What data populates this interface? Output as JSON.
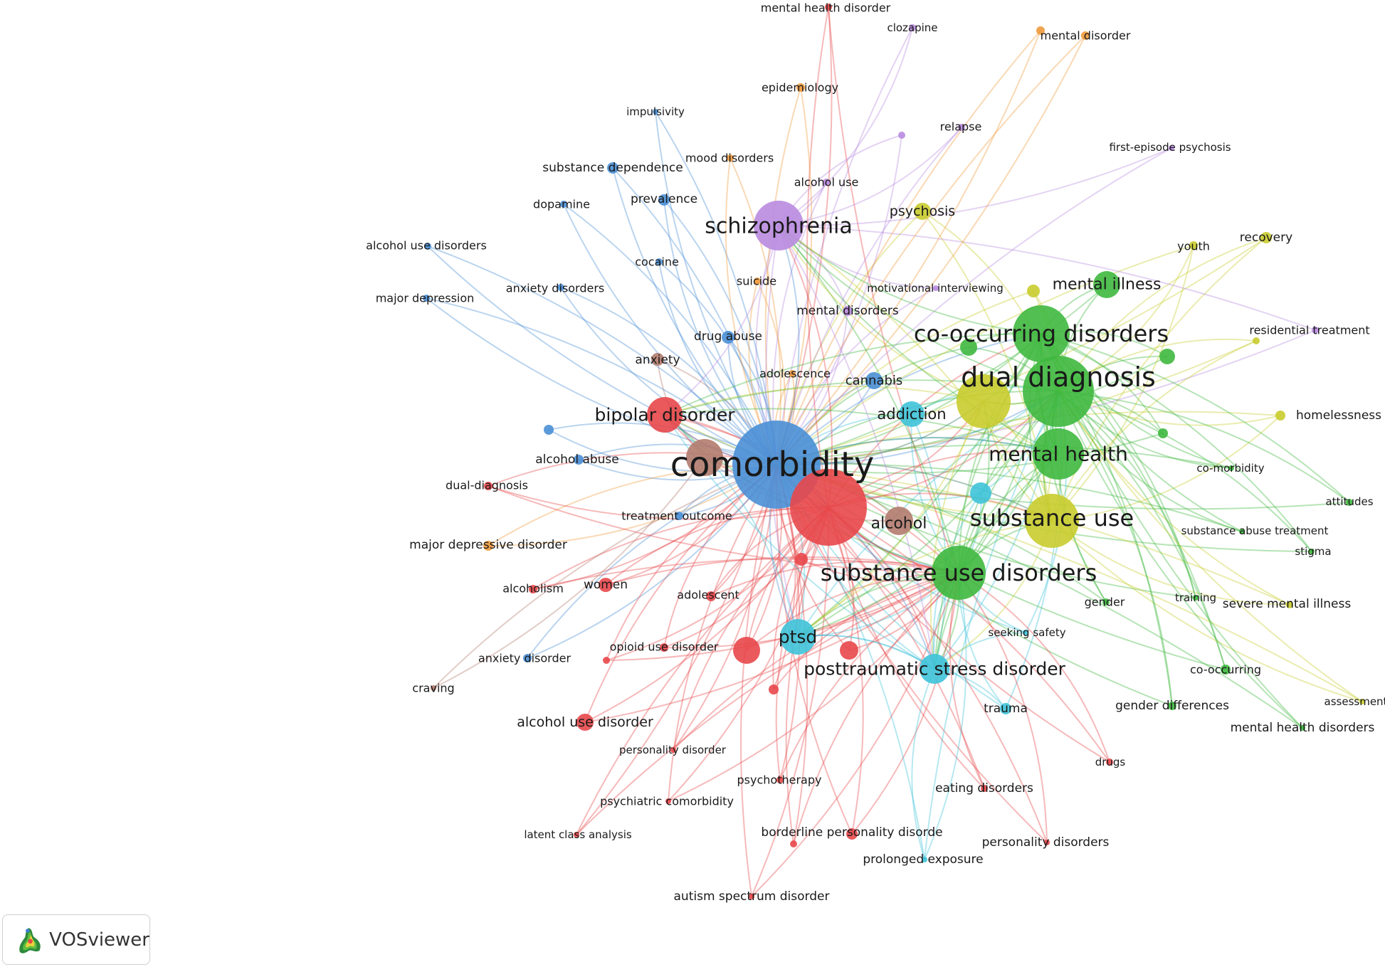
{
  "palette": {
    "red": "#e8474a",
    "green": "#3fb83f",
    "blue": "#4a8fd6",
    "yellow": "#c9cc2d",
    "purple": "#b98be0",
    "cyan": "#3fc3d9",
    "orange": "#ef9a3c",
    "brown": "#b27b6e"
  },
  "brand": {
    "name": "VOSviewer"
  },
  "nodes": [
    {
      "id": "comorbidity",
      "label": "comorbidity",
      "cluster": "blue",
      "size": "xl"
    },
    {
      "id": "red_center",
      "label": "",
      "cluster": "red",
      "size": "lg"
    },
    {
      "id": "dual_diagnosis",
      "label": "dual diagnosis",
      "cluster": "green",
      "size": "lg"
    },
    {
      "id": "cooccurring_disorders",
      "label": "co-occurring disorders",
      "cluster": "green",
      "size": "lg"
    },
    {
      "id": "substance_use_disorders",
      "label": "substance use disorders",
      "cluster": "green",
      "size": "lg"
    },
    {
      "id": "substance_use",
      "label": "substance use",
      "cluster": "yellow",
      "size": "lg"
    },
    {
      "id": "yellow_center",
      "label": "",
      "cluster": "yellow",
      "size": "md"
    },
    {
      "id": "mental_health",
      "label": "mental health",
      "cluster": "green",
      "size": "md"
    },
    {
      "id": "schizophrenia",
      "label": "schizophrenia",
      "cluster": "purple",
      "size": "md"
    },
    {
      "id": "bipolar_disorder",
      "label": "bipolar disorder",
      "cluster": "red",
      "size": "md"
    },
    {
      "id": "brown_center",
      "label": "",
      "cluster": "brown",
      "size": "md"
    },
    {
      "id": "ptsd",
      "label": "ptsd",
      "cluster": "cyan",
      "size": "md"
    },
    {
      "id": "posttraumatic_stress_disorder",
      "label": "posttraumatic stress disorder",
      "cluster": "cyan",
      "size": "md"
    },
    {
      "id": "mental_illness",
      "label": "mental illness",
      "cluster": "green",
      "size": "sm"
    },
    {
      "id": "alcohol",
      "label": "alcohol",
      "cluster": "brown",
      "size": "sm"
    },
    {
      "id": "addiction",
      "label": "addiction",
      "cluster": "cyan",
      "size": "sm"
    },
    {
      "id": "red_a",
      "label": "",
      "cluster": "red",
      "size": "sm"
    },
    {
      "id": "red_b",
      "label": "",
      "cluster": "red",
      "size": "sm"
    },
    {
      "id": "psychosis",
      "label": "psychosis",
      "cluster": "yellow",
      "size": "sm"
    },
    {
      "id": "cannabis",
      "label": "cannabis",
      "cluster": "blue",
      "size": "sm"
    },
    {
      "id": "alcohol_use_disorder",
      "label": "alcohol use disorder",
      "cluster": "red",
      "size": "sm"
    },
    {
      "id": "women",
      "label": "women",
      "cluster": "red",
      "size": "sm"
    },
    {
      "id": "anxiety",
      "label": "anxiety",
      "cluster": "brown",
      "size": "sm"
    },
    {
      "id": "cyan_small",
      "label": "",
      "cluster": "cyan",
      "size": "sm"
    },
    {
      "id": "green_small_a",
      "label": "",
      "cluster": "green",
      "size": "sm"
    },
    {
      "id": "green_small_b",
      "label": "",
      "cluster": "green",
      "size": "sm"
    },
    {
      "id": "trauma",
      "label": "trauma",
      "cluster": "cyan",
      "size": "xs"
    },
    {
      "id": "drug_abuse",
      "label": "drug abuse",
      "cluster": "blue",
      "size": "xs"
    },
    {
      "id": "prevalence",
      "label": "prevalence",
      "cluster": "blue",
      "size": "xs"
    },
    {
      "id": "substance_dependence",
      "label": "substance dependence",
      "cluster": "blue",
      "size": "xs"
    },
    {
      "id": "alcohol_abuse",
      "label": "alcohol abuse",
      "cluster": "blue",
      "size": "xs"
    },
    {
      "id": "mental_disorders",
      "label": "mental disorders",
      "cluster": "purple",
      "size": "xs"
    },
    {
      "id": "recovery",
      "label": "recovery",
      "cluster": "yellow",
      "size": "xs"
    },
    {
      "id": "homelessness",
      "label": "homelessness",
      "cluster": "yellow",
      "size": "xs"
    },
    {
      "id": "green_small_c",
      "label": "",
      "cluster": "green",
      "size": "xs"
    },
    {
      "id": "yellow_small",
      "label": "",
      "cluster": "yellow",
      "size": "xs"
    },
    {
      "id": "major_depressive_disorder",
      "label": "major depressive disorder",
      "cluster": "orange",
      "size": "xs"
    },
    {
      "id": "borderline_personality_disorder",
      "label": "borderline personality disorde",
      "cluster": "red",
      "size": "xs"
    },
    {
      "id": "treatment_outcome",
      "label": "treatment outcome",
      "cluster": "blue",
      "size": "xs"
    },
    {
      "id": "adolescence",
      "label": "adolescence",
      "cluster": "orange",
      "size": "xs"
    },
    {
      "id": "adolescent",
      "label": "adolescent",
      "cluster": "red",
      "size": "xs"
    },
    {
      "id": "opioid_use_disorder",
      "label": "opioid use disorder",
      "cluster": "red",
      "size": "xs"
    },
    {
      "id": "anxiety_disorder",
      "label": "anxiety disorder",
      "cluster": "blue",
      "size": "xs"
    },
    {
      "id": "alcoholism",
      "label": "alcoholism",
      "cluster": "red",
      "size": "xs"
    },
    {
      "id": "dual_diagnosis_hyphen",
      "label": "dual-diagnosis",
      "cluster": "red",
      "size": "xs"
    },
    {
      "id": "anxiety_disorders",
      "label": "anxiety disorders",
      "cluster": "blue",
      "size": "xs"
    },
    {
      "id": "cocaine",
      "label": "cocaine",
      "cluster": "blue",
      "size": "xs"
    },
    {
      "id": "dopamine",
      "label": "dopamine",
      "cluster": "blue",
      "size": "xs"
    },
    {
      "id": "alcohol_use_disorders",
      "label": "alcohol use disorders",
      "cluster": "blue",
      "size": "xs"
    },
    {
      "id": "major_depression",
      "label": "major depression",
      "cluster": "blue",
      "size": "xs"
    },
    {
      "id": "suicide",
      "label": "suicide",
      "cluster": "orange",
      "size": "xs"
    },
    {
      "id": "motivational_interviewing",
      "label": "motivational interviewing",
      "cluster": "purple",
      "size": "xs"
    },
    {
      "id": "youth",
      "label": "youth",
      "cluster": "yellow",
      "size": "xs"
    },
    {
      "id": "residential_treatment",
      "label": "residential treatment",
      "cluster": "purple",
      "size": "xs"
    },
    {
      "id": "yellow_tiny",
      "label": "",
      "cluster": "yellow",
      "size": "xs"
    },
    {
      "id": "comorbidity_hyphen",
      "label": "co-morbidity",
      "cluster": "green",
      "size": "xs"
    },
    {
      "id": "attitudes",
      "label": "attitudes",
      "cluster": "green",
      "size": "xs"
    },
    {
      "id": "substance_abuse_treatment",
      "label": "substance abuse treatment",
      "cluster": "green",
      "size": "xs"
    },
    {
      "id": "stigma",
      "label": "stigma",
      "cluster": "green",
      "size": "xs"
    },
    {
      "id": "severe_mental_illness",
      "label": "severe mental illness",
      "cluster": "yellow",
      "size": "xs"
    },
    {
      "id": "training",
      "label": "training",
      "cluster": "green",
      "size": "xs"
    },
    {
      "id": "gender",
      "label": "gender",
      "cluster": "green",
      "size": "xs"
    },
    {
      "id": "seeking_safety",
      "label": "seeking safety",
      "cluster": "cyan",
      "size": "xs"
    },
    {
      "id": "cooccurring",
      "label": "co-occurring",
      "cluster": "green",
      "size": "xs"
    },
    {
      "id": "assessment",
      "label": "assessment",
      "cluster": "yellow",
      "size": "xs"
    },
    {
      "id": "gender_differences",
      "label": "gender differences",
      "cluster": "green",
      "size": "xs"
    },
    {
      "id": "mental_health_disorders",
      "label": "mental health disorders",
      "cluster": "green",
      "size": "xs"
    },
    {
      "id": "drugs",
      "label": "drugs",
      "cluster": "red",
      "size": "xs"
    },
    {
      "id": "eating_disorders",
      "label": "eating disorders",
      "cluster": "red",
      "size": "xs"
    },
    {
      "id": "personality_disorders",
      "label": "personality disorders",
      "cluster": "red",
      "size": "xs"
    },
    {
      "id": "prolonged_exposure",
      "label": "prolonged exposure",
      "cluster": "cyan",
      "size": "xs"
    },
    {
      "id": "psychotherapy",
      "label": "psychotherapy",
      "cluster": "red",
      "size": "xs"
    },
    {
      "id": "psychiatric_comorbidity",
      "label": "psychiatric comorbidity",
      "cluster": "red",
      "size": "xs"
    },
    {
      "id": "latent_class_analysis",
      "label": "latent class analysis",
      "cluster": "red",
      "size": "xs"
    },
    {
      "id": "autism_spectrum_disorder",
      "label": "autism spectrum disorder",
      "cluster": "red",
      "size": "xs"
    },
    {
      "id": "personality_disorder",
      "label": "personality disorder",
      "cluster": "red",
      "size": "xs"
    },
    {
      "id": "craving",
      "label": "craving",
      "cluster": "brown",
      "size": "xs"
    },
    {
      "id": "red_tiny_a",
      "label": "",
      "cluster": "red",
      "size": "xs"
    },
    {
      "id": "red_tiny_b",
      "label": "",
      "cluster": "red",
      "size": "xs"
    },
    {
      "id": "red_tiny_c",
      "label": "",
      "cluster": "red",
      "size": "xs"
    },
    {
      "id": "red_tiny_d",
      "label": "",
      "cluster": "red",
      "size": "xs"
    },
    {
      "id": "blue_tiny",
      "label": "",
      "cluster": "blue",
      "size": "xs"
    },
    {
      "id": "purple_tiny",
      "label": "",
      "cluster": "purple",
      "size": "xs"
    },
    {
      "id": "mental_health_disorder",
      "label": "mental health disorder",
      "cluster": "red",
      "size": "xs"
    },
    {
      "id": "clozapine",
      "label": "clozapine",
      "cluster": "purple",
      "size": "xs"
    },
    {
      "id": "mental_disorder",
      "label": "mental disorder",
      "cluster": "orange",
      "size": "xs"
    },
    {
      "id": "orange_tiny",
      "label": "",
      "cluster": "orange",
      "size": "xs"
    },
    {
      "id": "epidemiology",
      "label": "epidemiology",
      "cluster": "orange",
      "size": "xs"
    },
    {
      "id": "impulsivity",
      "label": "impulsivity",
      "cluster": "blue",
      "size": "xs"
    },
    {
      "id": "relapse",
      "label": "relapse",
      "cluster": "purple",
      "size": "xs"
    },
    {
      "id": "first_episode_psychosis",
      "label": "first-episode psychosis",
      "cluster": "purple",
      "size": "xs"
    },
    {
      "id": "mood_disorders",
      "label": "mood disorders",
      "cluster": "orange",
      "size": "xs"
    },
    {
      "id": "alcohol_use",
      "label": "alcohol use",
      "cluster": "purple",
      "size": "xs"
    }
  ]
}
